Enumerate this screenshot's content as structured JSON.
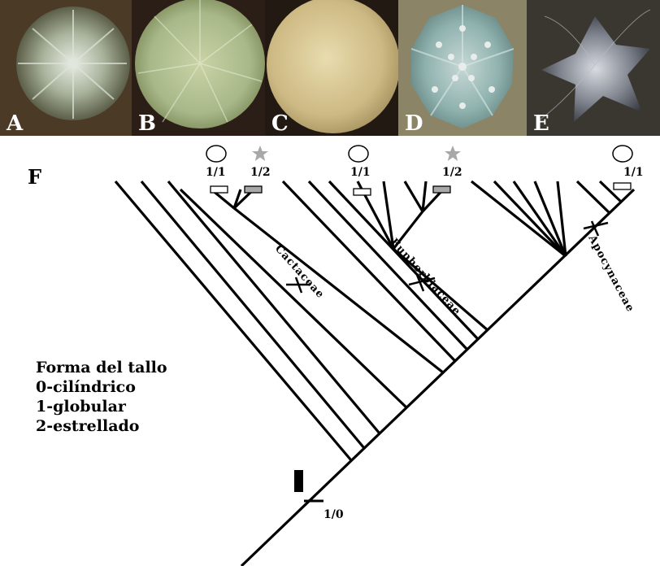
{
  "photo_panels": [
    {
      "letter": "A"
    },
    {
      "letter": "B"
    },
    {
      "letter": "C"
    },
    {
      "letter": "D"
    },
    {
      "letter": "E"
    }
  ],
  "figure_letter": "F",
  "families": {
    "cactaceae": "Cactaceae",
    "euphorbiaceae": "Euphorbiaceae",
    "apocynaceae": "Apocynaceae"
  },
  "state_labels": {
    "cact_globular": "1/1",
    "cact_star": "1/2",
    "euph_globular": "1/1",
    "euph_star": "1/2",
    "apoc_globular": "1/1",
    "root_change": "1/0"
  },
  "legend": {
    "title": "Forma del tallo",
    "item0": "0-cilíndrico",
    "item1": "1-globular",
    "item2": "2-estrellado"
  },
  "colors": {
    "globular_marker": "#ffffff",
    "star_marker": "#a8a8a8",
    "cylindric_marker": "#000000"
  }
}
